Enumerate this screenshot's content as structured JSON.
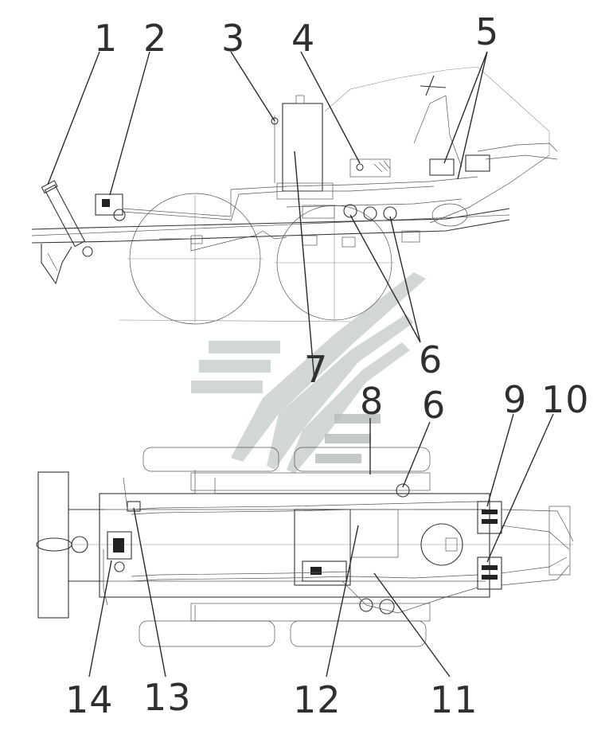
{
  "figure": {
    "callouts": [
      {
        "id": "1",
        "label": "1"
      },
      {
        "id": "2",
        "label": "2"
      },
      {
        "id": "3",
        "label": "3"
      },
      {
        "id": "4",
        "label": "4"
      },
      {
        "id": "5",
        "label": "5"
      },
      {
        "id": "6a",
        "label": "6"
      },
      {
        "id": "7",
        "label": "7"
      },
      {
        "id": "8",
        "label": "8"
      },
      {
        "id": "6b",
        "label": "6"
      },
      {
        "id": "9",
        "label": "9"
      },
      {
        "id": "10",
        "label": "10"
      },
      {
        "id": "11",
        "label": "11"
      },
      {
        "id": "12",
        "label": "12"
      },
      {
        "id": "13",
        "label": "13"
      },
      {
        "id": "14",
        "label": "14"
      }
    ],
    "colors": {
      "line": "#333333",
      "watermark": "#c9cfcf",
      "background": "#ffffff"
    }
  }
}
